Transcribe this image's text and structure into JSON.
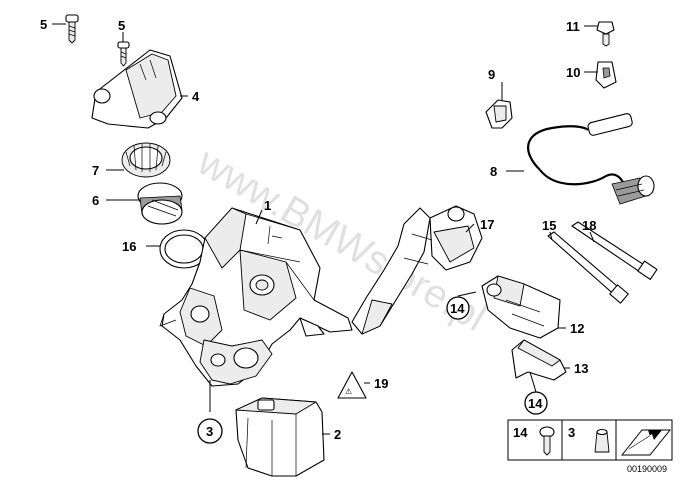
{
  "watermark": "www.BMWstore.pl",
  "callouts": {
    "c1": "1",
    "c2": "2",
    "c3": "3",
    "c4": "4",
    "c5a": "5",
    "c5b": "5",
    "c6": "6",
    "c7": "7",
    "c8": "8",
    "c9": "9",
    "c10": "10",
    "c11": "11",
    "c12": "12",
    "c13": "13",
    "c14a": "14",
    "c14b": "14",
    "c15": "15",
    "c16": "16",
    "c17": "17",
    "c18": "18",
    "c19": "19"
  },
  "legend": {
    "item_a": "14",
    "item_b": "3"
  },
  "diagram_code": "00190009"
}
